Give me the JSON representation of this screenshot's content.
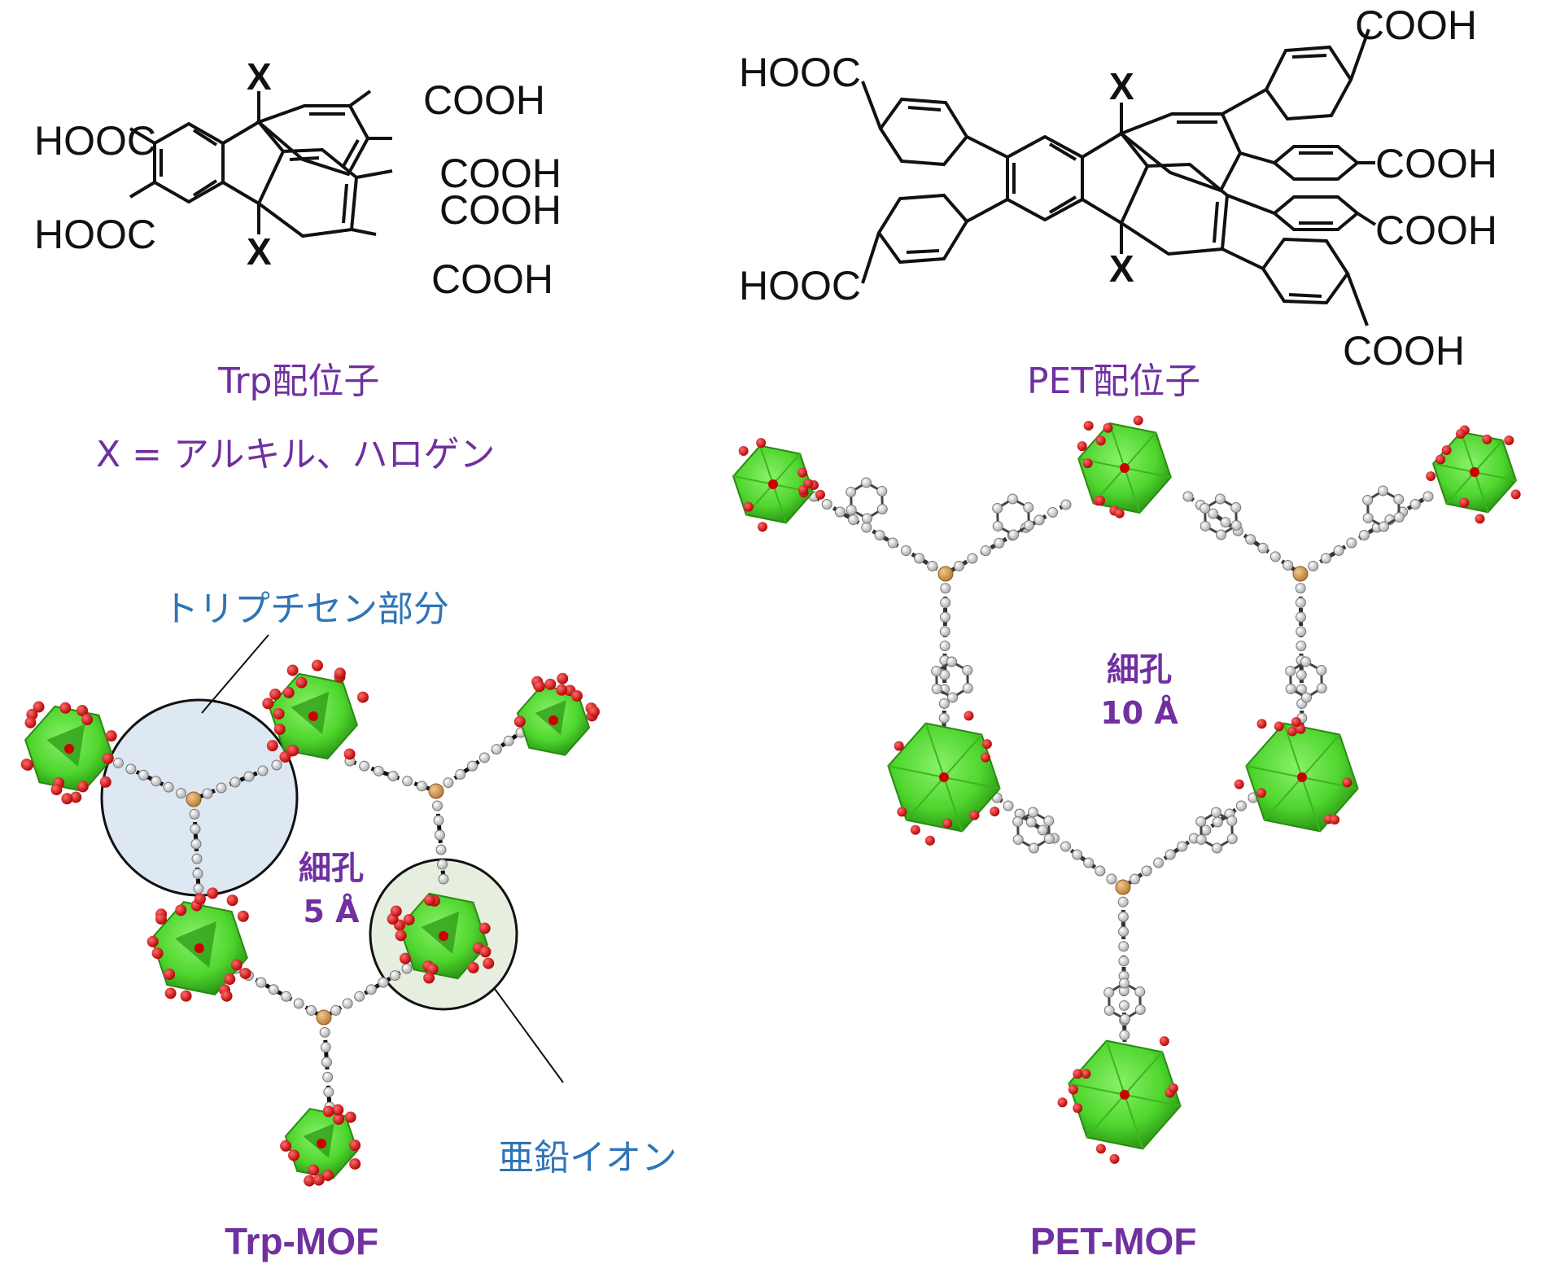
{
  "ligands": {
    "trp": {
      "substituent": "X",
      "groups": [
        "HOOC",
        "HOOC",
        "COOH",
        "COOH",
        "COOH",
        "COOH"
      ],
      "caption": "Trp配位子"
    },
    "pet": {
      "substituent": "X",
      "groups": [
        "HOOC",
        "HOOC",
        "COOH",
        "COOH",
        "COOH",
        "COOH"
      ],
      "caption": "PET配位子"
    },
    "x_definition": "X = アルキル、ハロゲン"
  },
  "trp_mof": {
    "callout_triptycene": "トリプチセン部分",
    "callout_zinc": "亜鉛イオン",
    "pore_label": "細孔",
    "pore_size": "5 Å",
    "title": "Trp-MOF"
  },
  "pet_mof": {
    "pore_label": "細孔",
    "pore_size": "10 Å",
    "title": "PET-MOF"
  },
  "colors": {
    "caption_purple": "#7030a0",
    "callout_blue": "#2e75b6",
    "cluster_green": "#55dd33",
    "oxygen_red": "#dd0000",
    "node_tan": "#d8a060",
    "circle_triptycene_fill": "#dde8f3",
    "circle_zinc_fill": "#e6efdf"
  }
}
